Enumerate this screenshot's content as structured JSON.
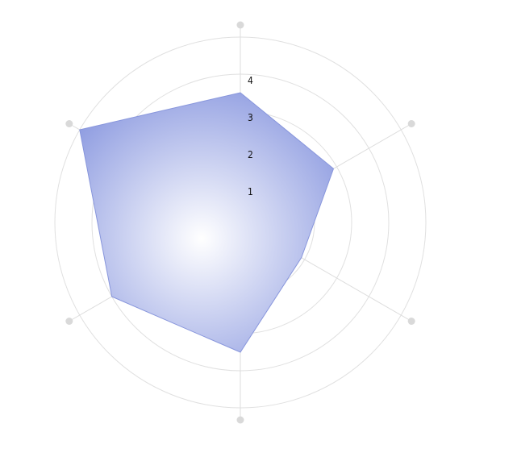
{
  "chart_data": {
    "type": "radar",
    "axes_count": 6,
    "tick_labels": [
      "1",
      "2",
      "3",
      "4"
    ],
    "rmax": 5,
    "values": [
      3.5,
      2.9,
      1.9,
      3.5,
      4.0,
      5.0
    ],
    "grid": true,
    "colors": {
      "background_disc": "#f3f3f3",
      "grid_line": "#e0e0e0",
      "axis_line": "#dddddd",
      "axis_end_dot": "#d9d9d9",
      "fill_center": "#ffffff",
      "fill_edge": "#8c9ae0",
      "fill_stroke": "#8896dc"
    }
  }
}
